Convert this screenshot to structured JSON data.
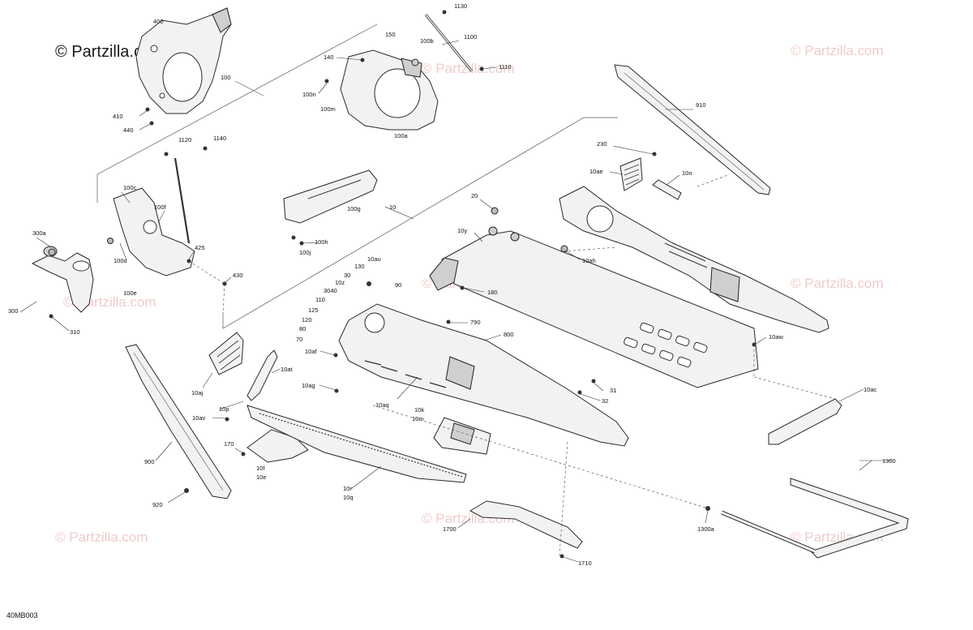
{
  "watermark": {
    "main": "© Partzilla.com",
    "repeat": "© Partzilla.com"
  },
  "drawing_code": "40MB003",
  "callouts": {
    "c400": "400",
    "c100": "100",
    "c410": "410",
    "c440": "440",
    "c1130": "1130",
    "c150": "150",
    "c100b": "100b",
    "c1100": "1100",
    "c140": "140",
    "c1110": "1110",
    "c100n": "100n",
    "c100m": "100m",
    "c100a": "100a",
    "c910": "910",
    "c230": "230",
    "c10ae": "10ae",
    "c10n": "10n",
    "c1120": "1120",
    "c1140": "1140",
    "c100c": "100c",
    "c100f": "100f",
    "c100d": "100d",
    "c100e": "100e",
    "c425": "425",
    "c430": "430",
    "c300a": "300a",
    "c300": "300",
    "c310": "310",
    "c100g": "100g",
    "c100h": "100h",
    "c100j": "100j",
    "c10": "10",
    "c20": "20",
    "c10y": "10y",
    "c10ah": "10ah",
    "c180": "180",
    "c10au": "10au",
    "c130": "130",
    "c30": "30",
    "c10z": "10z",
    "c3040": "3040",
    "c90": "90",
    "c110": "110",
    "c125": "125",
    "c120": "120",
    "c80": "80",
    "c70": "70",
    "c790": "790",
    "c800": "800",
    "c10aw": "10aw",
    "c10af": "10af",
    "c10at": "10at",
    "c10ag": "10ag",
    "c10aj": "10aj",
    "c31": "31",
    "c32": "32",
    "c10aq": "10aq",
    "c10p": "10p",
    "c10av": "10av",
    "c10k": "10k",
    "c10m": "10m",
    "c10ac": "10ac",
    "c170": "170",
    "c10f": "10f",
    "c10e": "10e",
    "c900": "900",
    "c920": "920",
    "c10r": "10r",
    "c10q": "10q",
    "c1300": "1300",
    "c1300a": "1300a",
    "c1700": "1700",
    "c1710": "1710"
  }
}
